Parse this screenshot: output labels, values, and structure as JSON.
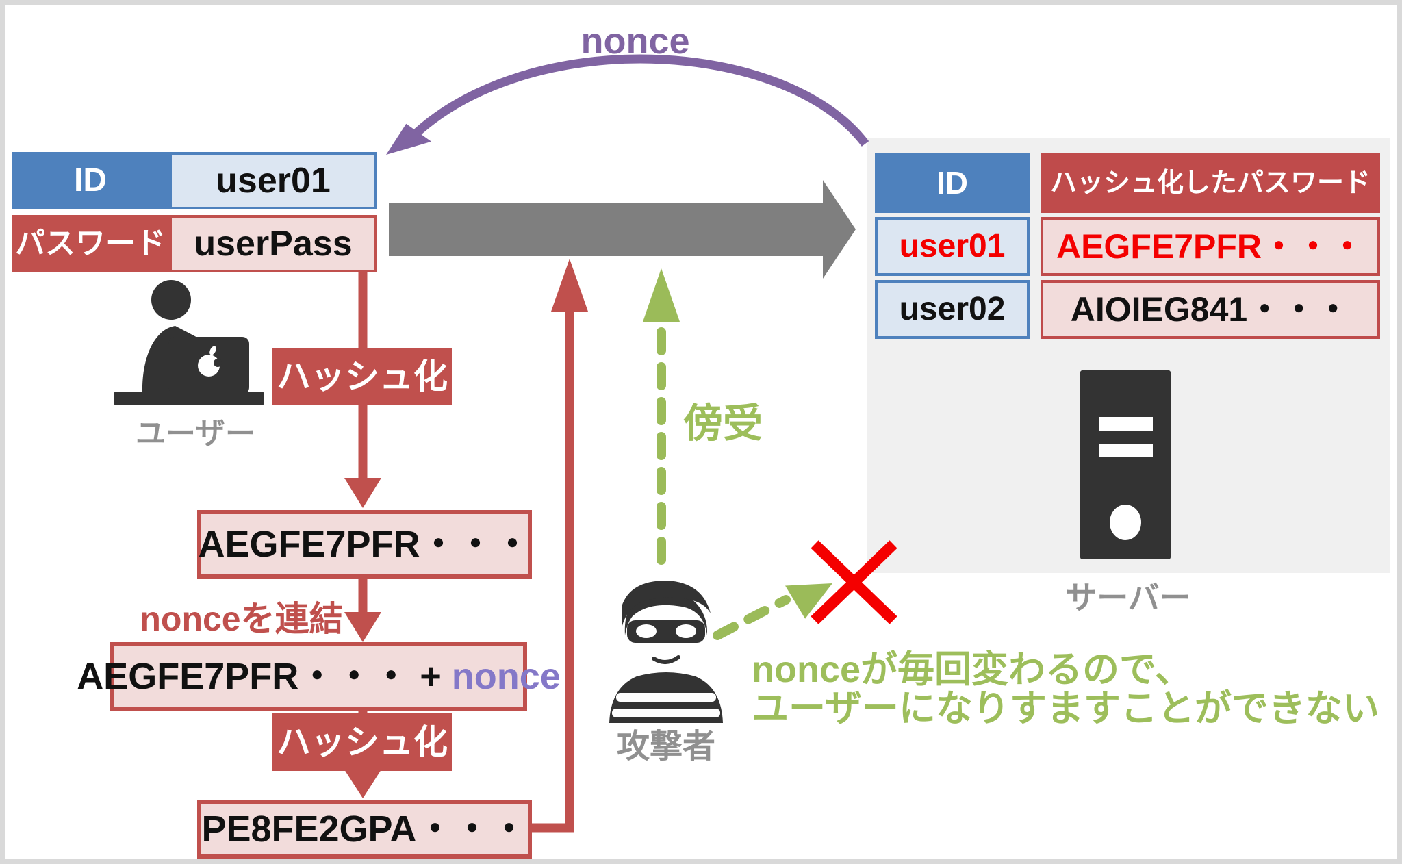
{
  "return_arrow": {
    "label": "nonce"
  },
  "client": {
    "id_label": "ID",
    "id_value": "user01",
    "pw_label": "パスワード",
    "pw_value": "userPass",
    "user_caption": "ユーザー"
  },
  "flow": {
    "hash1": "ハッシュ化",
    "hashed": "AEGFE7PFR・・・",
    "concat_caption": "nonceを連結",
    "concat_prefix": "AEGFE7PFR・・・ + ",
    "concat_nonce": "nonce",
    "hash2": "ハッシュ化",
    "result": "PE8FE2GPA・・・"
  },
  "middle": {
    "eavesdrop_label": "傍受",
    "attacker_caption": "攻撃者"
  },
  "server": {
    "caption": "サーバー",
    "id_header": "ID",
    "pw_header": "ハッシュ化したパスワード",
    "rows": [
      {
        "id": "user01",
        "pw": "AEGFE7PFR・・・"
      },
      {
        "id": "user02",
        "pw": "AIOIEG841・・・"
      }
    ]
  },
  "note": {
    "line1": "nonceが毎回変わるので、",
    "line2": "ユーザーになりすますことができない"
  },
  "colors": {
    "accent_blue": "#4e81bd",
    "light_blue": "#dce6f2",
    "accent_red": "#c0504d",
    "pink": "#f2dcdb",
    "purple": "#8064a2",
    "nonce_purple": "#8478c8",
    "green": "#9bbb59",
    "gray_arrow": "#7f7f7f",
    "caption_gray": "#909090",
    "x_red": "#f40000",
    "panel_gray": "#f0f0f0",
    "frame_gray": "#d9d9d9"
  }
}
